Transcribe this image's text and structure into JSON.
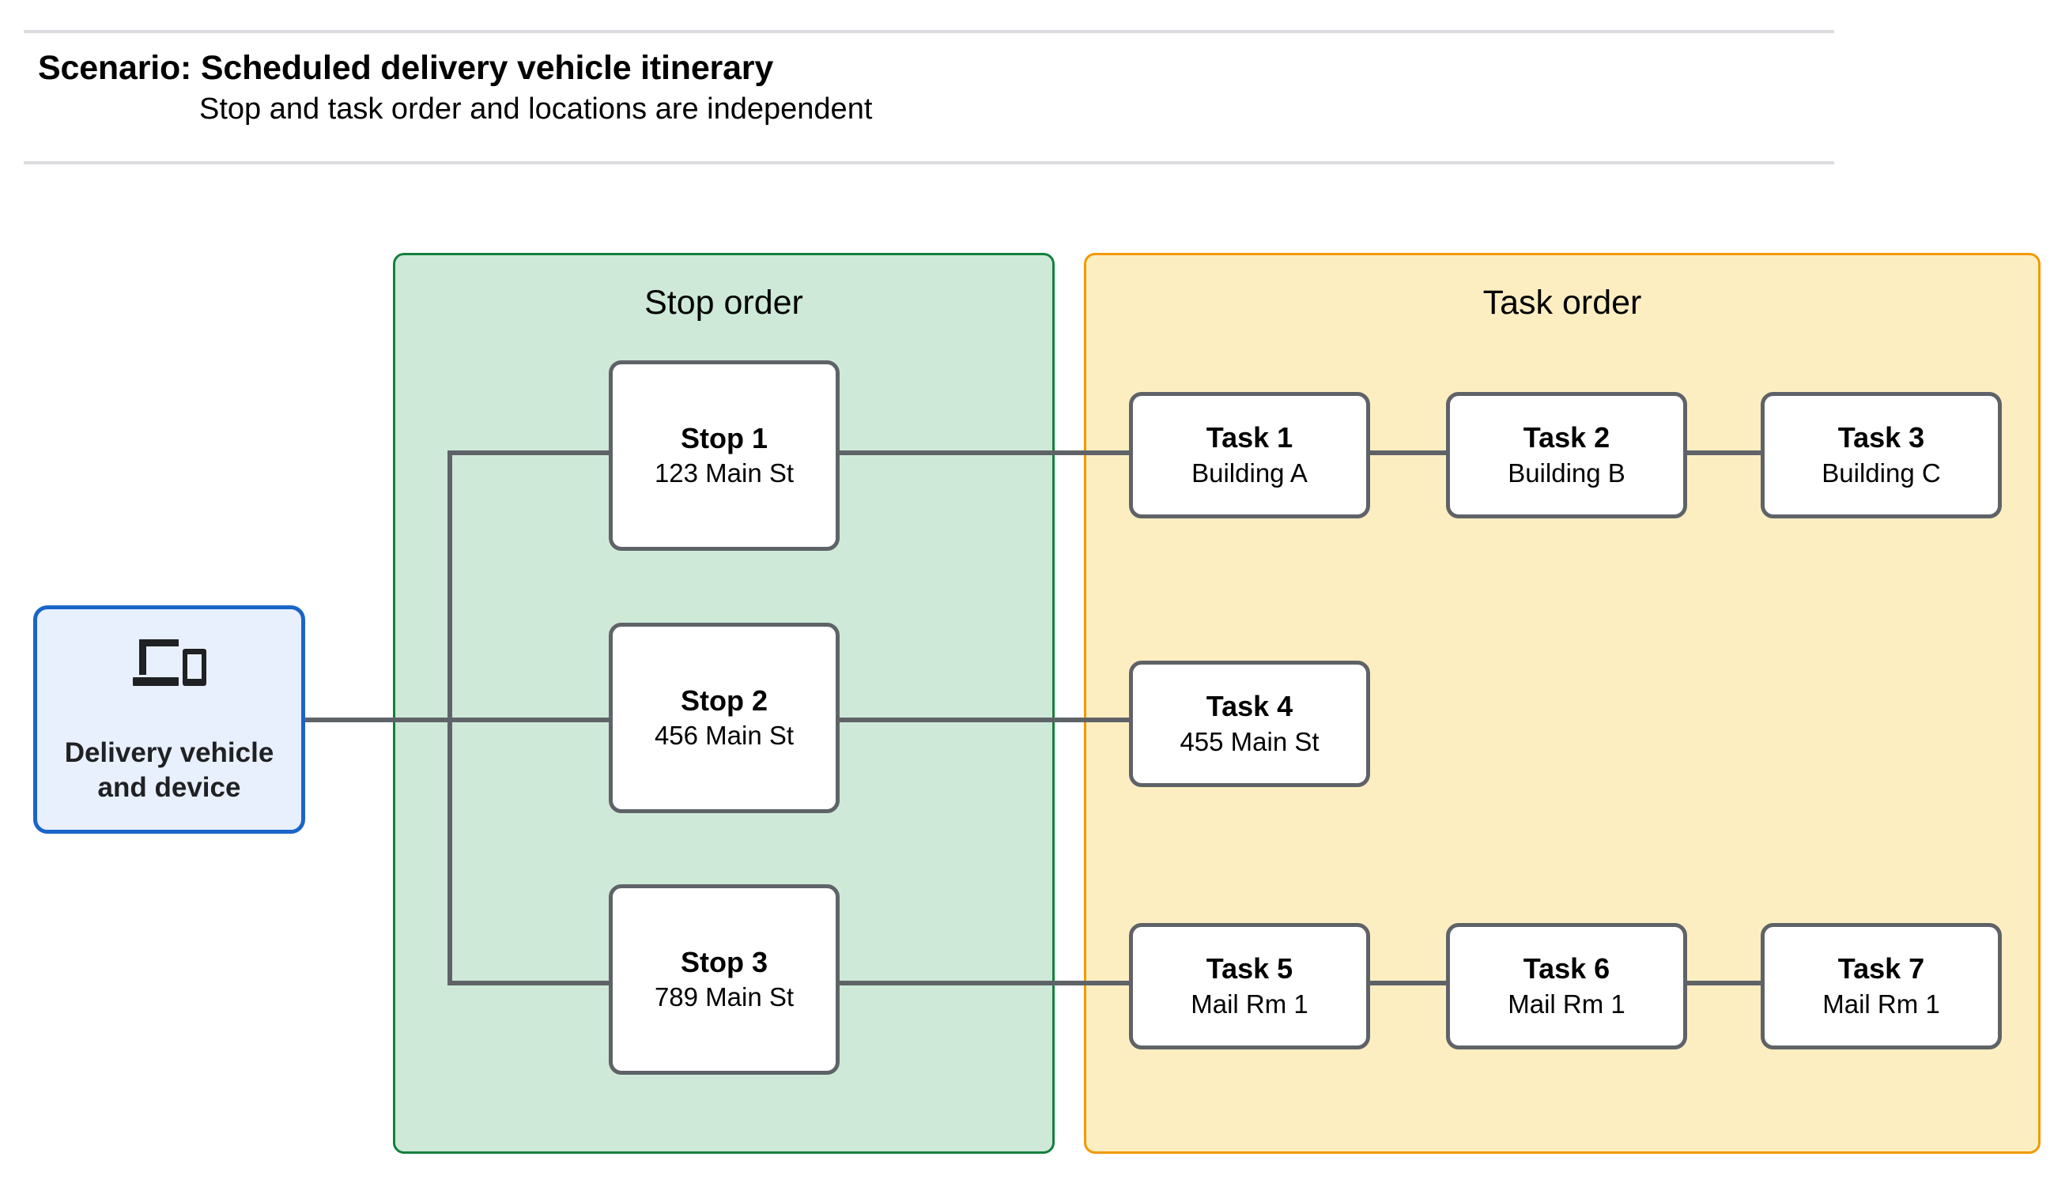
{
  "header": {
    "title": "Scenario: Scheduled delivery vehicle itinerary",
    "subtitle": "Stop and task order and locations are independent"
  },
  "colors": {
    "stop_panel_fill": "#cee9d8",
    "stop_panel_border": "#14803c",
    "task_panel_fill": "#fdeec2",
    "task_panel_border": "#f29900",
    "vehicle_fill": "#e8f0fe",
    "vehicle_border": "#1a65c8",
    "node_border": "#5f6368",
    "connector": "#5f6368",
    "rule": "#dadce0"
  },
  "vehicle": {
    "icon": "devices-icon",
    "label": "Delivery vehicle\nand device"
  },
  "stop_panel": {
    "title": "Stop order",
    "nodes": [
      {
        "title": "Stop 1",
        "subtitle": "123 Main St"
      },
      {
        "title": "Stop 2",
        "subtitle": "456 Main St"
      },
      {
        "title": "Stop 3",
        "subtitle": "789 Main St"
      }
    ]
  },
  "task_panel": {
    "title": "Task order",
    "rows": [
      {
        "nodes": [
          {
            "title": "Task 1",
            "subtitle": "Building A"
          },
          {
            "title": "Task 2",
            "subtitle": "Building B"
          },
          {
            "title": "Task 3",
            "subtitle": "Building C"
          }
        ]
      },
      {
        "nodes": [
          {
            "title": "Task 4",
            "subtitle": "455 Main St"
          }
        ]
      },
      {
        "nodes": [
          {
            "title": "Task 5",
            "subtitle": "Mail Rm 1"
          },
          {
            "title": "Task 6",
            "subtitle": "Mail Rm 1"
          },
          {
            "title": "Task 7",
            "subtitle": "Mail Rm 1"
          }
        ]
      }
    ]
  }
}
